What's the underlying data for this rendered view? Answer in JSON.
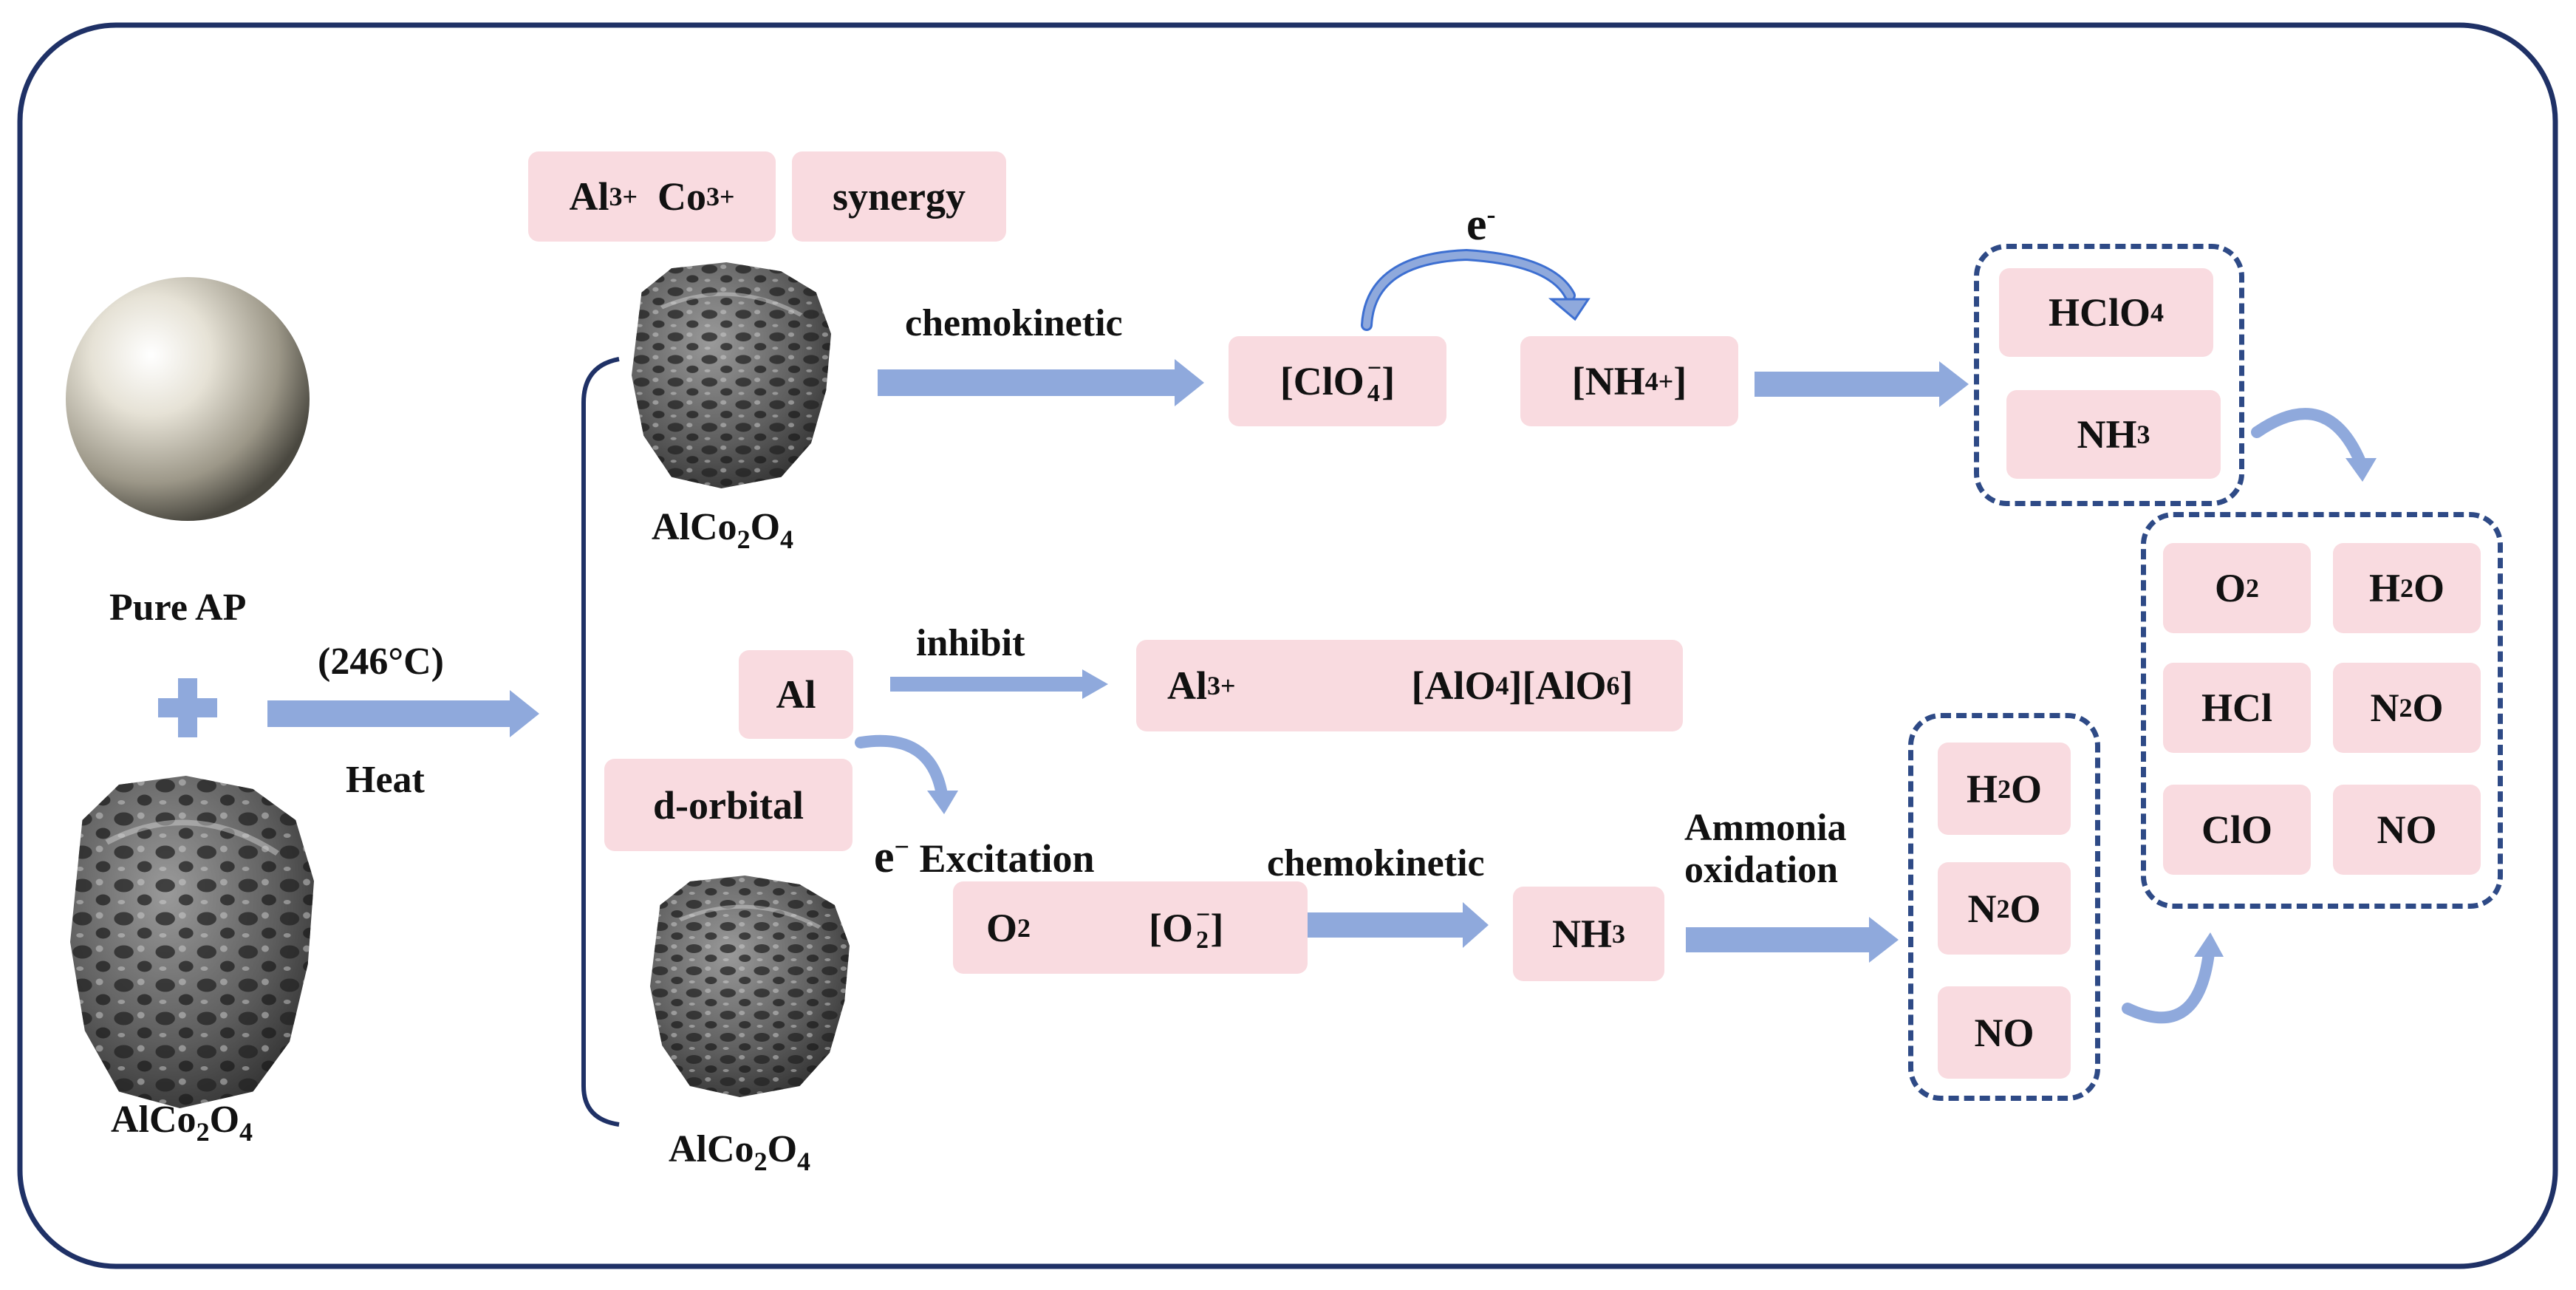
{
  "reactants": {
    "pure_ap": "Pure AP",
    "plus": "+",
    "catalyst": {
      "main": "AlCo",
      "s1": "2",
      "mid": "O",
      "s2": "4"
    }
  },
  "heat_step": {
    "temperature": "(246°C)",
    "label": "Heat"
  },
  "top_branch": {
    "ions": {
      "a": "Al",
      "a_sup": "3+",
      "b": "Co",
      "b_sup": "3+"
    },
    "synergy": "synergy",
    "catalyst": {
      "main": "AlCo",
      "s1": "2",
      "mid": "O",
      "s2": "4"
    },
    "arrow_label": "chemokinetic",
    "clo4": {
      "open": "[ClO",
      "sup": "−",
      "sub": "4",
      "close": "]"
    },
    "nh4": {
      "open": "[NH",
      "sub": "4",
      "sup": "+",
      "close": "]"
    },
    "electron": {
      "e": "e",
      "sup": "-"
    },
    "products": [
      {
        "main": "HClO",
        "sub": "4",
        "tail": ""
      },
      {
        "main": "NH",
        "sub": "3",
        "tail": ""
      }
    ]
  },
  "middle_branch": {
    "al": "Al",
    "arrow_label": "inhibit",
    "al3": {
      "main": "Al",
      "sup": "3+"
    },
    "aloxide": {
      "a": "[AlO",
      "a_sub": "4",
      "b": "][AlO",
      "b_sub": "6",
      "c": "]"
    },
    "d_orbital": "d-orbital"
  },
  "bottom_branch": {
    "excitation": {
      "e": "e",
      "sup": "−",
      "label": " Excitation"
    },
    "o2": {
      "main": "O",
      "sub": "2"
    },
    "superoxide": {
      "open": "[O",
      "sup": "−",
      "sub": "2",
      "close": "]"
    },
    "arrow_label": "chemokinetic",
    "nh3": {
      "main": "NH",
      "sub": "3"
    },
    "oxidation_label": [
      "Ammonia",
      "oxidation"
    ],
    "catalyst": {
      "main": "AlCo",
      "s1": "2",
      "mid": "O",
      "s2": "4"
    },
    "products": [
      {
        "main": "H",
        "sub": "2",
        "tail": "O"
      },
      {
        "main": "N",
        "sub": "2",
        "tail": "O"
      },
      {
        "main": "NO",
        "sub": "",
        "tail": ""
      }
    ]
  },
  "final_products": [
    {
      "main": "O",
      "sub": "2",
      "tail": ""
    },
    {
      "main": "H",
      "sub": "2",
      "tail": "O"
    },
    {
      "main": "HCl",
      "sub": "",
      "tail": ""
    },
    {
      "main": "N",
      "sub": "2",
      "tail": "O"
    },
    {
      "main": "ClO",
      "sub": "",
      "tail": ""
    },
    {
      "main": "NO",
      "sub": "",
      "tail": ""
    }
  ],
  "colors": {
    "frame": "#1f3166",
    "pill": "#f9dbe0",
    "thick_arrow": "#8fa9dc",
    "thin_arrow": "#3d6fd1",
    "dashed_box": "#2e4a86"
  },
  "icons": [
    "sphere-icon",
    "porous-particle-icon",
    "curved-arrow-icon"
  ]
}
